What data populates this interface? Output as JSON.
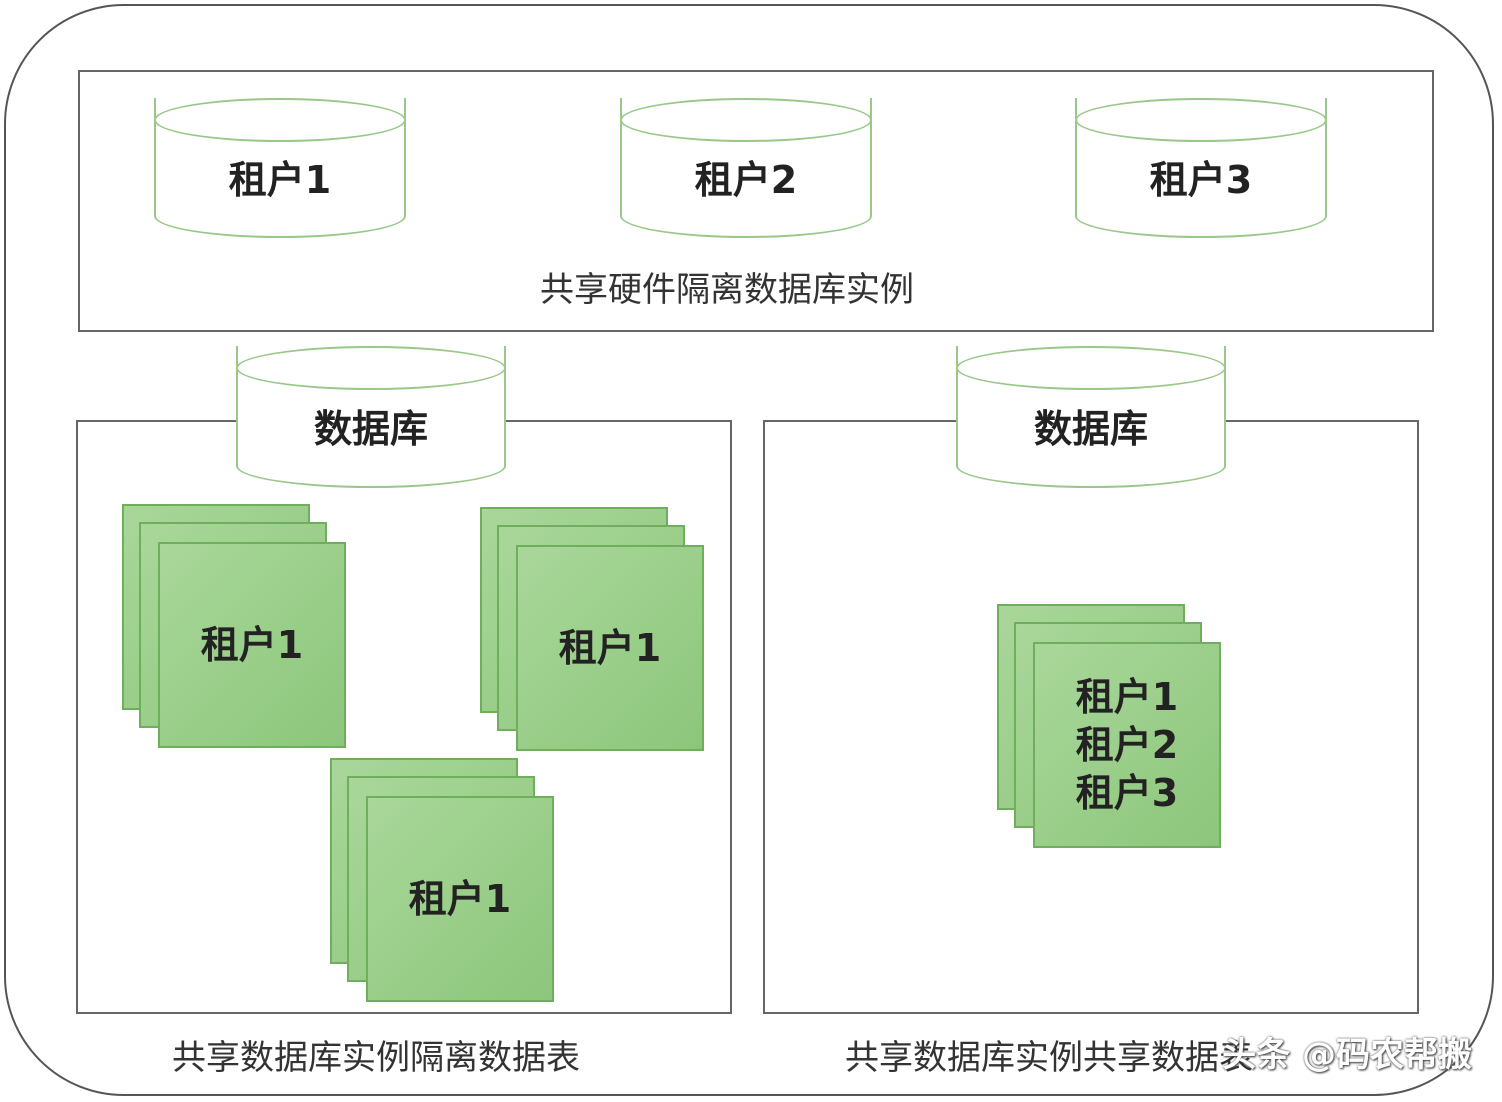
{
  "top_panel": {
    "caption": "共享硬件隔离数据库实例",
    "tenants": [
      "租户1",
      "租户2",
      "租户3"
    ]
  },
  "left_panel": {
    "database_label": "数据库",
    "caption": "共享数据库实例隔离数据表",
    "stacks": [
      "租户1",
      "租户1",
      "租户1"
    ]
  },
  "right_panel": {
    "database_label": "数据库",
    "caption": "共享数据库实例共享数据表",
    "stack_lines": [
      "租户1",
      "租户2",
      "租户3"
    ]
  },
  "watermark": "头条 @码农帮搬",
  "colors": {
    "sheet_fill": "#8cc67b",
    "cylinder_stroke": "#9ac88a"
  }
}
